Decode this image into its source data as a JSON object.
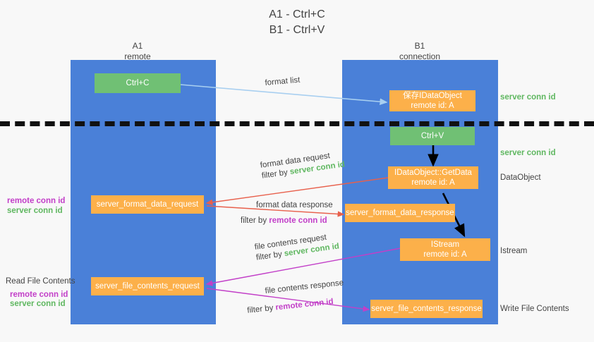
{
  "title": {
    "line1": "A1 - Ctrl+C",
    "line2": "B1 - Ctrl+V"
  },
  "columns": {
    "left": {
      "name": "A1",
      "role": "remote"
    },
    "right": {
      "name": "B1",
      "role": "connection"
    }
  },
  "boxes": {
    "ctrl_c": {
      "label": "Ctrl+C"
    },
    "ctrl_v": {
      "label": "Ctrl+V"
    },
    "save_dataobject": {
      "line1": "保存IDataObject",
      "line2": "remote id: A"
    },
    "getdata": {
      "line1": "IDataObject::GetData",
      "line2": "remote id: A"
    },
    "istream": {
      "line1": "IStream",
      "line2": "remote id: A"
    },
    "format_data_request": {
      "label": "server_format_data_request"
    },
    "format_data_response": {
      "label": "server_format_data_response"
    },
    "file_contents_request": {
      "label": "server_file_contents_request"
    },
    "file_contents_response": {
      "label": "server_file_contents_response"
    }
  },
  "right_labels": {
    "server_conn_id_1": "server conn id",
    "server_conn_id_2": "server conn id",
    "dataobject": "DataObject",
    "istream": "Istream",
    "write_file_contents": "Write File Contents"
  },
  "left_labels": {
    "remote_conn_id_1": "remote conn id",
    "server_conn_id_1": "server conn id",
    "read_file_contents": "Read File Contents",
    "remote_conn_id_2": "remote conn id",
    "server_conn_id_2": "server conn id"
  },
  "edges": {
    "format_list": {
      "text": "format list"
    },
    "format_data_request": {
      "line1": "format data request",
      "filter_prefix": "filter by ",
      "filter_key": "server conn id"
    },
    "format_data_response": {
      "line1": "format data response",
      "filter_prefix": "filter by ",
      "filter_key": "remote conn id"
    },
    "file_contents_request": {
      "line1": "file contents request",
      "filter_prefix": "filter by ",
      "filter_key": "server conn id"
    },
    "file_contents_response": {
      "line1": "file contents response",
      "filter_prefix": "filter by ",
      "filter_key": "remote conn id"
    }
  },
  "colors": {
    "column_blue": "#4a80d8",
    "box_orange": "#fcb04a",
    "box_green": "#70c074",
    "server_conn_id": "#5fb760",
    "remote_conn_id": "#c23fc8",
    "arrow_blue": "#a8cff0",
    "arrow_red": "#e8604c",
    "arrow_magenta": "#c23fc8",
    "arrow_black": "#000000",
    "background": "#f8f8f8"
  }
}
